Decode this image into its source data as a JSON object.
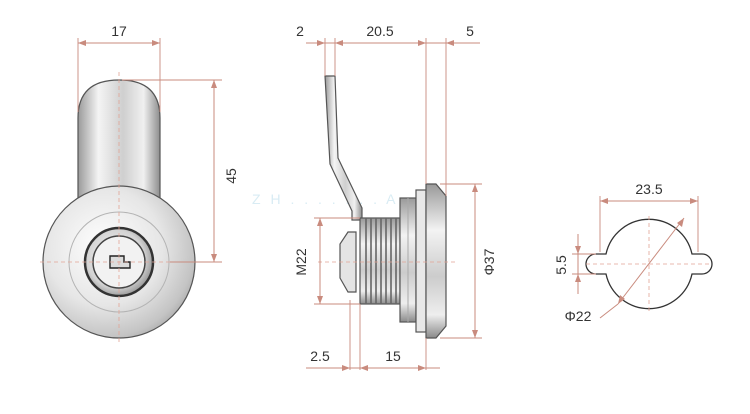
{
  "front_view": {
    "width_label": "17",
    "height_label": "45"
  },
  "side_view": {
    "dim_top_left": "2",
    "dim_top_mid": "20.5",
    "dim_top_right": "5",
    "thread_label": "M22",
    "diameter_label": "Φ37",
    "dim_bottom_left": "2.5",
    "dim_bottom_right": "15"
  },
  "hole_view": {
    "width_label": "23.5",
    "height_label": "5.5",
    "diameter_label": "Φ22"
  },
  "colors": {
    "dimension_lines": "#c98b7e",
    "outline": "#555555"
  }
}
